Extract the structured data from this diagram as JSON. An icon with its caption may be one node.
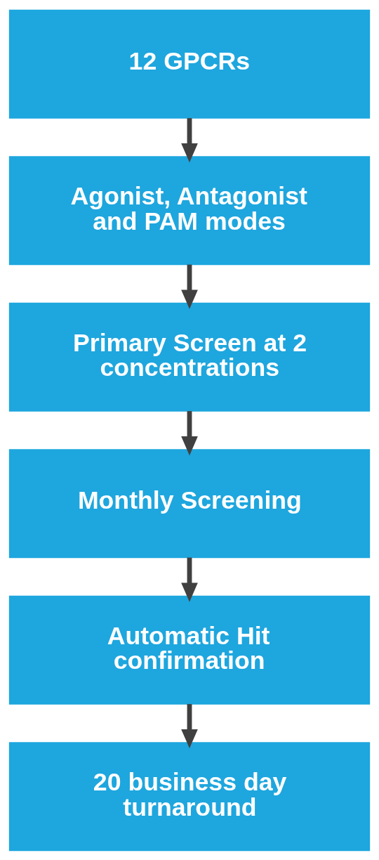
{
  "diagram": {
    "nodes": [
      {
        "text": [
          "12 GPCRs"
        ]
      },
      {
        "text": [
          "Agonist, Antagonist and PAM modes"
        ]
      },
      {
        "text": [
          "Primary Screen at 2 concentrations"
        ]
      },
      {
        "text": [
          "Monthly Screening"
        ]
      },
      {
        "text": [
          "Automatic Hit confirmation"
        ]
      },
      {
        "text": [
          "20 business day turnaround"
        ]
      }
    ],
    "edges": [
      {
        "from": 0,
        "to": 1,
        "arrow": "to"
      },
      {
        "from": 1,
        "to": 2,
        "arrow": "to"
      },
      {
        "from": 2,
        "to": 3,
        "arrow": "to"
      },
      {
        "from": 3,
        "to": 4,
        "arrow": "to"
      },
      {
        "from": 4,
        "to": 5,
        "arrow": "to"
      }
    ]
  }
}
